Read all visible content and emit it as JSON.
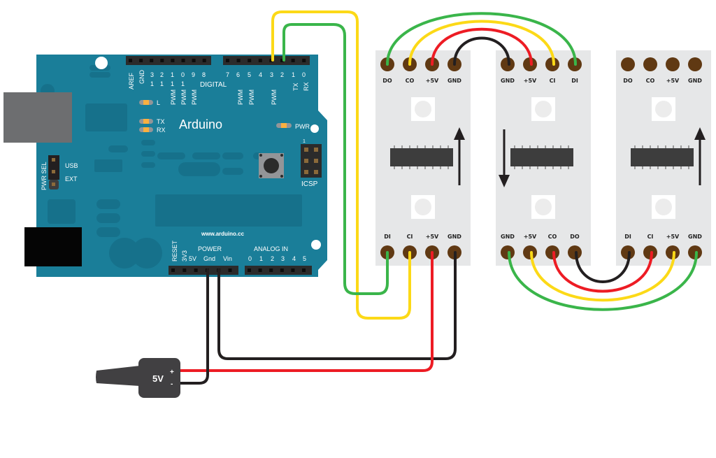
{
  "arduino": {
    "brand": "Arduino",
    "website": "www.arduino.cc",
    "digital_label": "DIGITAL",
    "power_label": "POWER",
    "analog_label": "ANALOG IN",
    "icsp_label": "ICSP",
    "icsp_pin1": "1",
    "pwr_led": "PWR",
    "led_l": "L",
    "led_tx": "TX",
    "led_rx": "RX",
    "pwr_sel": "PWR SEL",
    "pwr_sel_usb": "USB",
    "pwr_sel_ext": "EXT",
    "top_pins_left": [
      "AREF",
      "GND",
      "13",
      "12",
      "11",
      "10",
      "9",
      "8"
    ],
    "top_pins_left_digits": [
      "3",
      "2",
      "1",
      "0",
      "9",
      "8"
    ],
    "top_pins_left_tens": [
      "1",
      "1",
      "1",
      "1"
    ],
    "top_pins_right": [
      "7",
      "6",
      "5",
      "4",
      "3",
      "2",
      "1",
      "0"
    ],
    "pwm_label": "PWM",
    "tx_pin": "TX",
    "rx_pin": "RX",
    "power_pins_rot": [
      "RESET",
      "3V3"
    ],
    "power_pins": [
      "5V",
      "Gnd",
      "Vin"
    ],
    "analog_pins": [
      "0",
      "1",
      "2",
      "3",
      "4",
      "5"
    ]
  },
  "power_supply": {
    "label": "5V",
    "plus": "+",
    "minus": "-"
  },
  "strips": [
    {
      "top_pins": [
        "DO",
        "CO",
        "+5V",
        "GND"
      ],
      "bottom_pins": [
        "DI",
        "CI",
        "+5V",
        "GND"
      ],
      "direction": "up"
    },
    {
      "top_pins": [
        "GND",
        "+5V",
        "CI",
        "DI"
      ],
      "bottom_pins": [
        "GND",
        "+5V",
        "CO",
        "DO"
      ],
      "direction": "down"
    },
    {
      "top_pins": [
        "DO",
        "CO",
        "+5V",
        "GND"
      ],
      "bottom_pins": [
        "DI",
        "CI",
        "+5V",
        "GND"
      ],
      "direction": "up"
    }
  ],
  "colors": {
    "board": "#1a7e99",
    "board_dark": "#16708a",
    "header": "#2b2b2b",
    "strip_bg": "#e6e7e8",
    "pad": "#603913",
    "wire_green": "#3ab54a",
    "wire_yellow": "#fcd917",
    "wire_red": "#ed1c24",
    "wire_black": "#231f20",
    "led": "#fbb040"
  }
}
